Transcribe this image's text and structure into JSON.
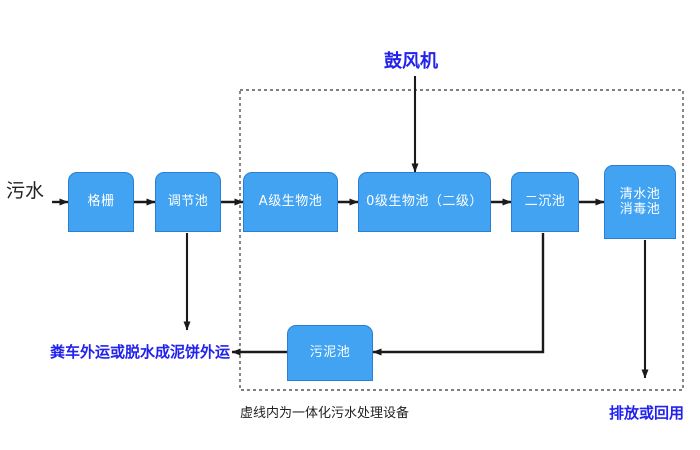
{
  "diagram": {
    "title_top": "鼓风机",
    "caption_bottom": "虚线内为一体化污水处理设备",
    "inlet_label": "污水",
    "sludge_outlet_label": "粪车外运或脱水成泥饼外运",
    "effluent_outlet_label": "排放或回用",
    "colors": {
      "node_fill": "#41a3f2",
      "node_border": "#2b7fd0",
      "node_text": "#ffffff",
      "blue_text": "#2222ee",
      "dark_text": "#222222",
      "arrow": "#1a1a1a",
      "dashed_boundary": "#555555"
    },
    "nodes": [
      {
        "id": "grille",
        "label": "格栅"
      },
      {
        "id": "regulating",
        "label": "调节池"
      },
      {
        "id": "a-stage",
        "label": "A级生物池"
      },
      {
        "id": "o-stage",
        "label": "0级生物池（二级）"
      },
      {
        "id": "clarifier",
        "label": "二沉池"
      },
      {
        "id": "clearwater",
        "label": "清水池\n消毒池"
      },
      {
        "id": "sludge",
        "label": "污泥池"
      }
    ],
    "boundary": {
      "style": "dashed",
      "note": "虚线内为一体化污水处理设备"
    }
  }
}
